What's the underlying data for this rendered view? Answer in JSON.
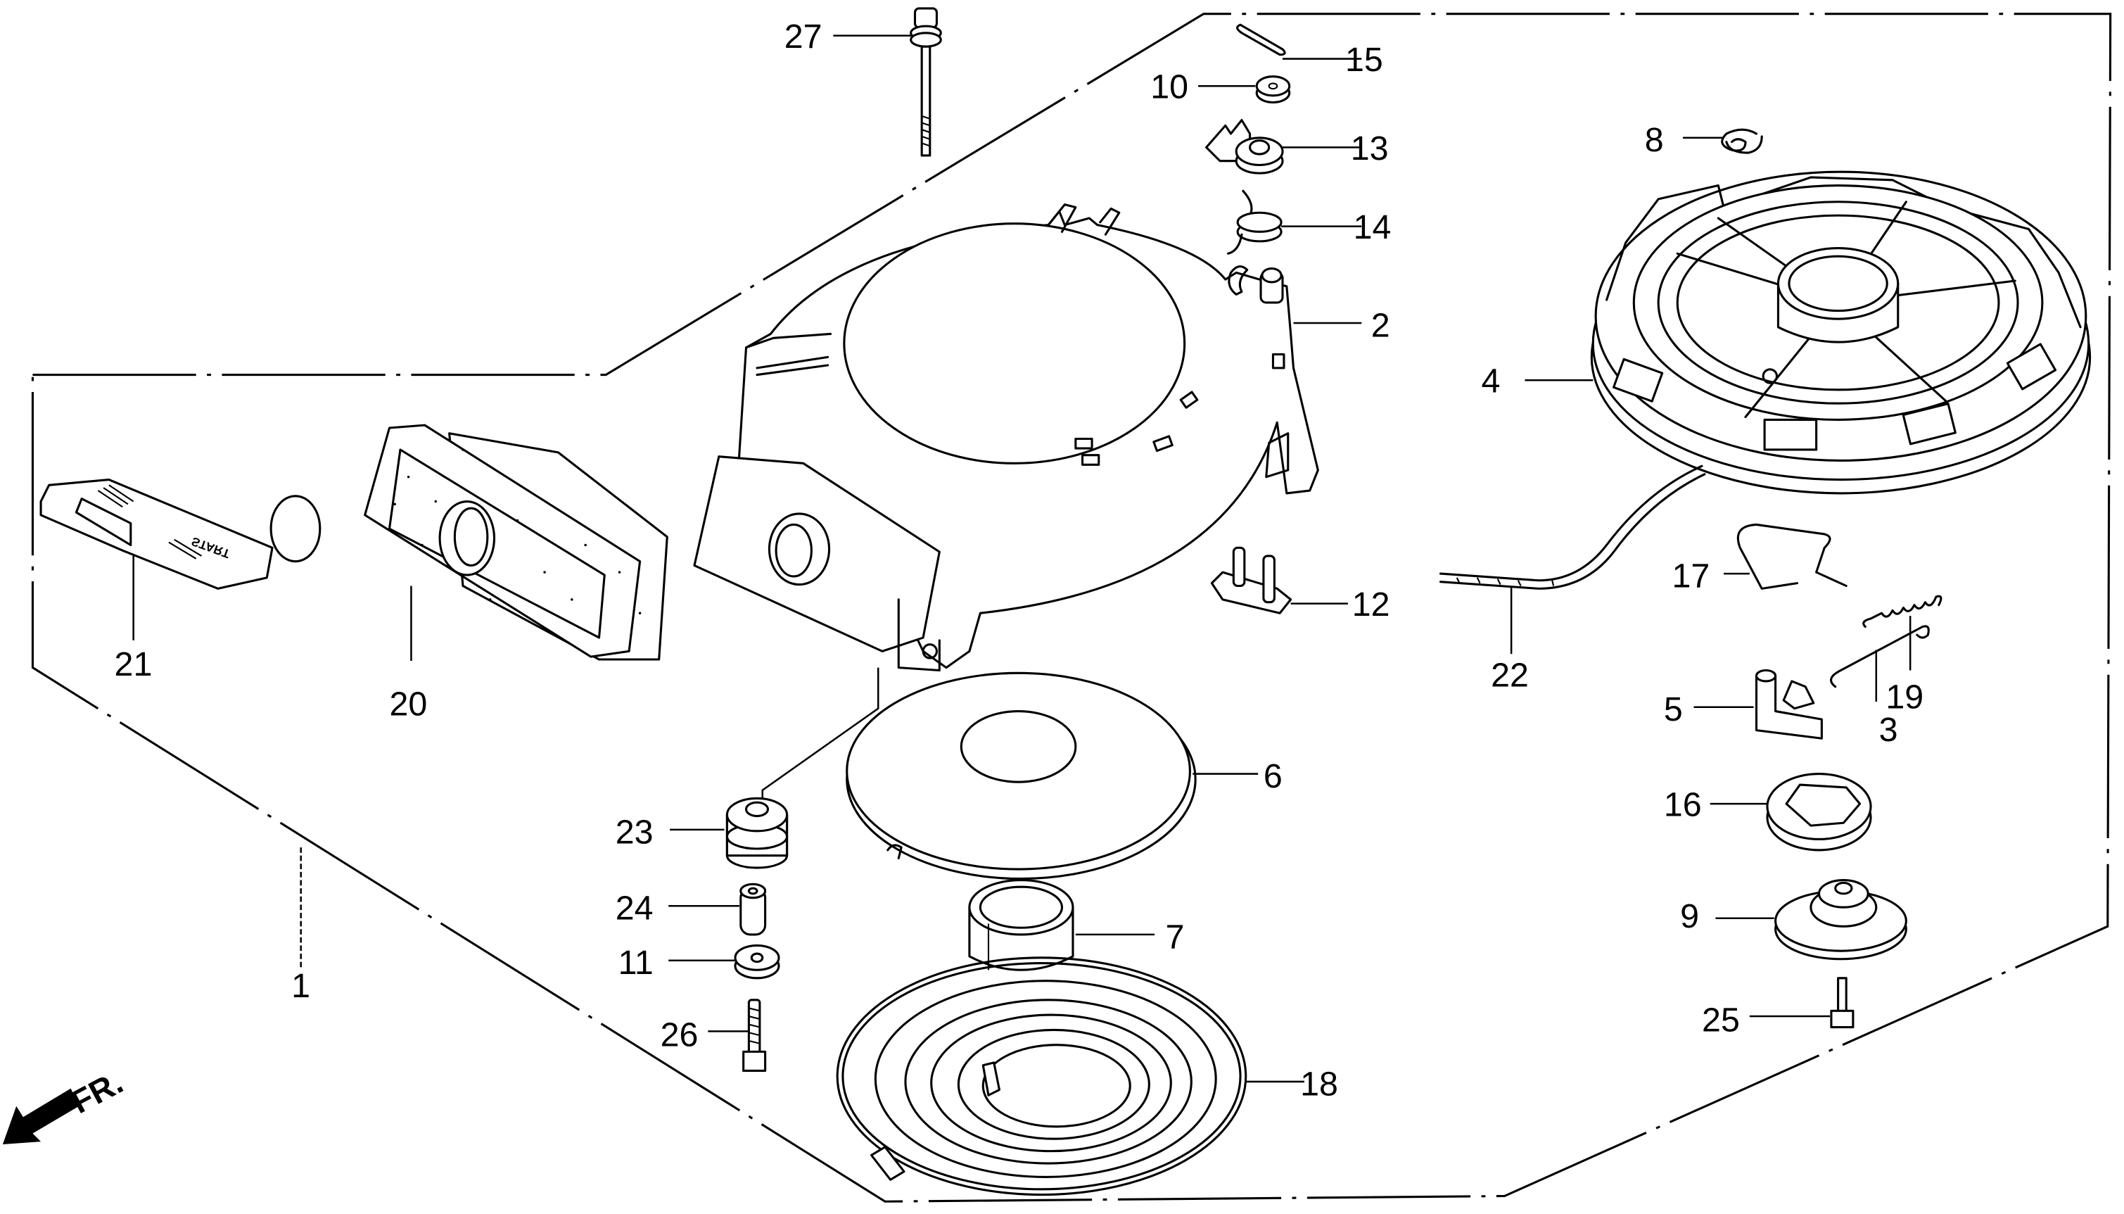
{
  "diagram": {
    "title": "Recoil starter assembly — exploded parts view",
    "background": "#ffffff",
    "ink": "#000000",
    "assembly_boundary": "dash-dot outline enclosing assembly 1",
    "front_indicator": {
      "text": "FR.",
      "icon": "front-direction-arrow-icon"
    },
    "handle_marking": "START",
    "callouts": [
      {
        "ref": "1",
        "part": "starter assembly (outline)"
      },
      {
        "ref": "2",
        "part": "starter case"
      },
      {
        "ref": "3",
        "part": "pawl spring"
      },
      {
        "ref": "4",
        "part": "starter pulley / reel"
      },
      {
        "ref": "5",
        "part": "starter pawl"
      },
      {
        "ref": "6",
        "part": "plate"
      },
      {
        "ref": "7",
        "part": "collar"
      },
      {
        "ref": "8",
        "part": "clip"
      },
      {
        "ref": "9",
        "part": "friction plate / cap"
      },
      {
        "ref": "10",
        "part": "washer"
      },
      {
        "ref": "11",
        "part": "washer"
      },
      {
        "ref": "12",
        "part": "guide pin plate"
      },
      {
        "ref": "13",
        "part": "roller / lever"
      },
      {
        "ref": "14",
        "part": "spring"
      },
      {
        "ref": "15",
        "part": "cotter pin"
      },
      {
        "ref": "16",
        "part": "ratchet"
      },
      {
        "ref": "17",
        "part": "wire spring"
      },
      {
        "ref": "18",
        "part": "recoil spring"
      },
      {
        "ref": "19",
        "part": "coil spring"
      },
      {
        "ref": "20",
        "part": "rubber grommet / boot"
      },
      {
        "ref": "21",
        "part": "starter grip (handle)"
      },
      {
        "ref": "22",
        "part": "starter rope"
      },
      {
        "ref": "23",
        "part": "mounting rubber"
      },
      {
        "ref": "24",
        "part": "collar"
      },
      {
        "ref": "25",
        "part": "bolt"
      },
      {
        "ref": "26",
        "part": "bolt"
      },
      {
        "ref": "27",
        "part": "flange bolt"
      }
    ]
  },
  "labels": {
    "l1": "1",
    "l2": "2",
    "l3": "3",
    "l4": "4",
    "l5": "5",
    "l6": "6",
    "l7": "7",
    "l8": "8",
    "l9": "9",
    "l10": "10",
    "l11": "11",
    "l12": "12",
    "l13": "13",
    "l14": "14",
    "l15": "15",
    "l16": "16",
    "l17": "17",
    "l18": "18",
    "l19": "19",
    "l20": "20",
    "l21": "21",
    "l22": "22",
    "l23": "23",
    "l24": "24",
    "l25": "25",
    "l26": "26",
    "l27": "27",
    "fr": "FR.",
    "start": "START"
  }
}
